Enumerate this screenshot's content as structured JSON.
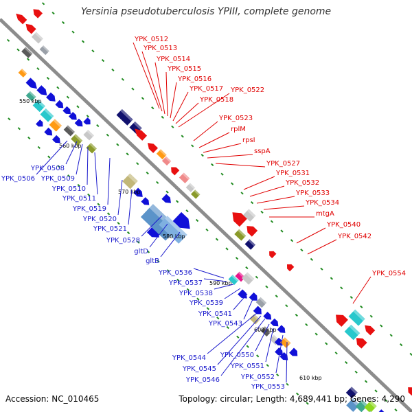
{
  "title": "Yersinia pseudotuberculosis YPIII, complete genome",
  "footer": {
    "accession": "Accession: NC_010465",
    "summary": "Topology: circular; Length: 4,689,441 bp; Genes: 4,290"
  },
  "colors": {
    "backbone": "#8c8c8c",
    "label_outer": "#e00000",
    "label_inner": "#1a1acc",
    "tick": "#1f8a1f"
  },
  "position_labels": [
    "550 kbp",
    "560 kbp",
    "570 kbp",
    "580 kbp",
    "590 kbp",
    "600 kbp",
    "610 kbp"
  ],
  "outer_labels": [
    "YPK_0512",
    "YPK_0513",
    "YPK_0514",
    "YPK_0515",
    "YPK_0516",
    "YPK_0517",
    "YPK_0522",
    "YPK_0518",
    "YPK_0523",
    "rplM",
    "rpsI",
    "sspA",
    "YPK_0527",
    "YPK_0531",
    "YPK_0532",
    "YPK_0533",
    "YPK_0534",
    "mtgA",
    "YPK_0540",
    "YPK_0542",
    "YPK_0554"
  ],
  "inner_labels": [
    "YPK_0508",
    "YPK_0506",
    "YPK_0509",
    "YPK_0510",
    "YPK_0511",
    "YPK_0519",
    "YPK_0520",
    "YPK_0521",
    "YPK_0528",
    "gltD",
    "gltB",
    "YPK_0536",
    "YPK_0537",
    "YPK_0538",
    "YPK_0539",
    "YPK_0541",
    "YPK_0543",
    "YPK_0544",
    "YPK_0545",
    "YPK_0546",
    "YPK_0550",
    "YPK_0551",
    "YPK_0552",
    "YPK_0553"
  ]
}
